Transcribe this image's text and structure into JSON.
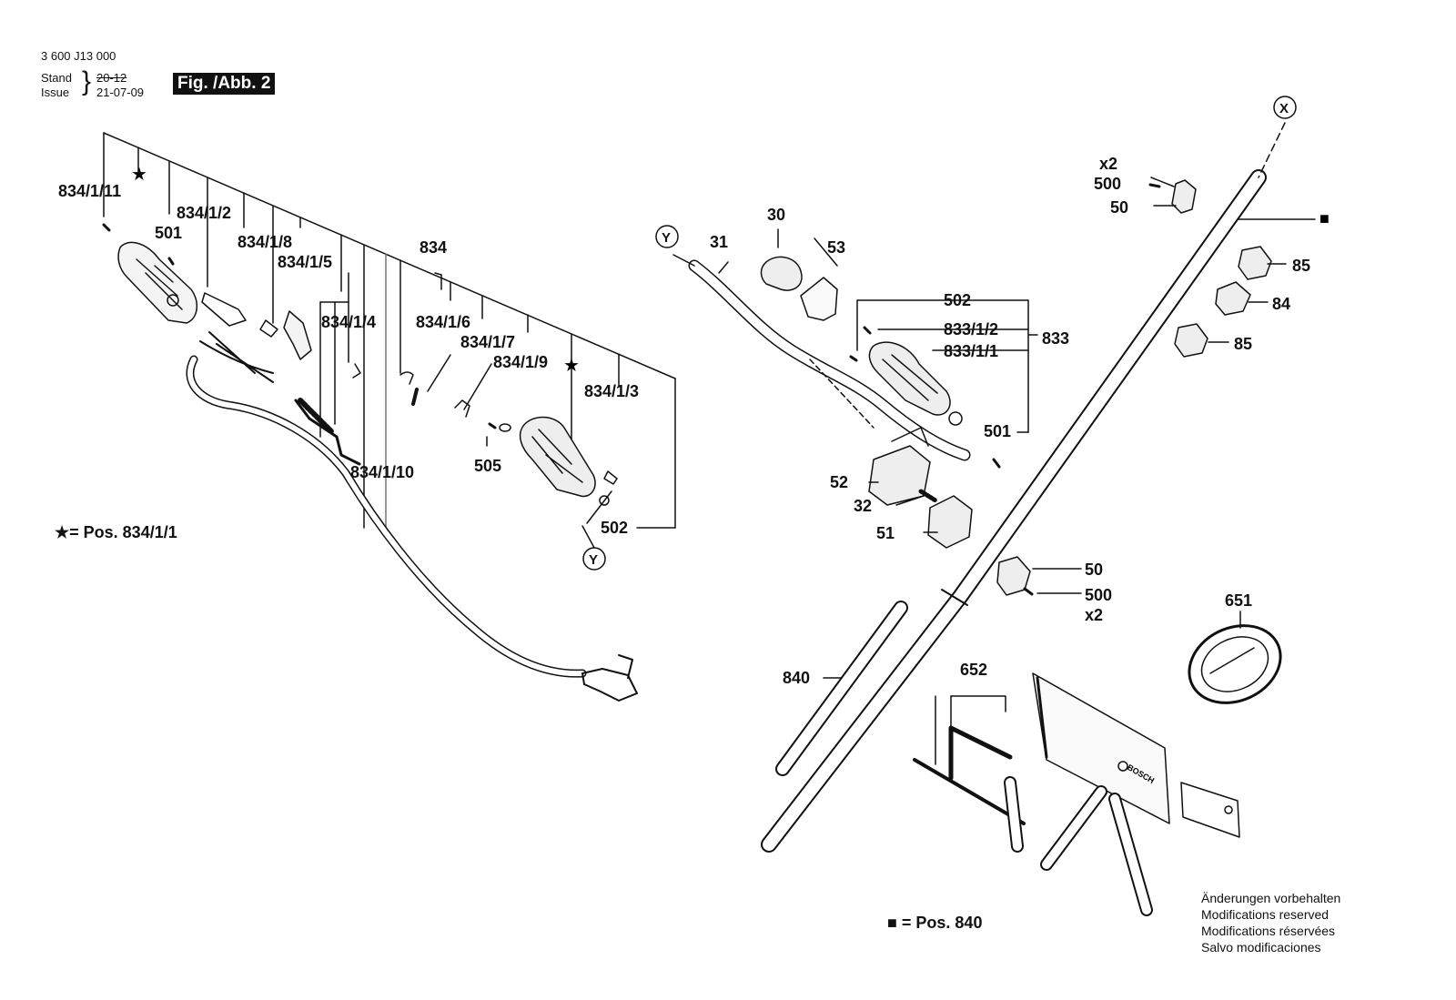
{
  "header": {
    "doc_number": "3 600 J13 000",
    "stand_label": "Stand",
    "issue_label": "Issue",
    "stand_date_struck": "20-12",
    "issue_date": "21-07-09",
    "figure_title": "Fig. /Abb. 2"
  },
  "legends": {
    "star": "= Pos. 834/1/1",
    "square": "= Pos. 840"
  },
  "notes": [
    "Änderungen vorbehalten",
    "Modifications reserved",
    "Modifications réservées",
    "Salvo modificaciones"
  ],
  "reference_markers": {
    "x": "X",
    "y": "Y"
  },
  "part_labels": {
    "p834_1_11": "834/1/11",
    "p501_a": "501",
    "p834_1_2": "834/1/2",
    "p834_1_8": "834/1/8",
    "p834_1_5": "834/1/5",
    "p834": "834",
    "p834_1_4": "834/1/4",
    "p834_1_6": "834/1/6",
    "p834_1_7": "834/1/7",
    "p834_1_9": "834/1/9",
    "p834_1_3": "834/1/3",
    "p505": "505",
    "p834_1_10": "834/1/10",
    "p502_a": "502",
    "p31": "31",
    "p30": "30",
    "p53": "53",
    "p502_b": "502",
    "p833_1_2": "833/1/2",
    "p833_1_1": "833/1/1",
    "p833": "833",
    "p501_b": "501",
    "p52": "52",
    "p32": "32",
    "p51": "51",
    "x2_top": "x2",
    "p500_a": "500",
    "p50_a": "50",
    "p85_a": "85",
    "p84": "84",
    "p85_b": "85",
    "p50_b": "50",
    "p500_b": "500",
    "x2_bottom": "x2",
    "p651": "651",
    "p840": "840",
    "p652": "652"
  },
  "brand_mark": "BOSCH"
}
